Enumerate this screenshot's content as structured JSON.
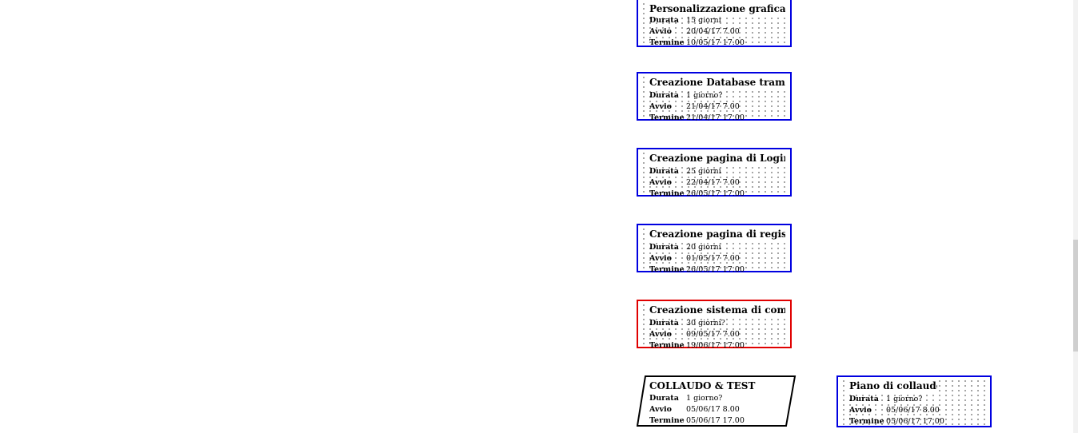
{
  "labels": {
    "duration": "Durata",
    "start": "Avvio",
    "end": "Termine"
  },
  "colors": {
    "task_border": "#0000e0",
    "critical_border": "#e00000",
    "summary_border": "#000000"
  },
  "tasks": [
    {
      "title": "Personalizzazione grafica tra...",
      "duration": "15 giorni",
      "start": "20/04/17 7.00",
      "end": "10/05/17 17.00",
      "status": "normal"
    },
    {
      "title": "Creazione Database tramite ...",
      "duration": "1 giorno?",
      "start": "21/04/17 7.00",
      "end": "21/04/17 17.00",
      "status": "normal"
    },
    {
      "title": "Creazione pagina di Login",
      "duration": "25 giorni",
      "start": "22/04/17 7.00",
      "end": "26/05/17 17.00",
      "status": "normal"
    },
    {
      "title": "Creazione pagina di registraz...",
      "duration": "20 giorni",
      "start": "01/05/17 7.00",
      "end": "26/05/17 17.00",
      "status": "normal"
    },
    {
      "title": "Creazione sistema di commenti",
      "duration": "30 giorni?",
      "start": "09/05/17 7.00",
      "end": "19/06/17 17.00",
      "status": "critical"
    }
  ],
  "summary": {
    "title": "COLLAUDO & TEST",
    "duration": "1 giorno?",
    "start": "05/06/17 8.00",
    "end": "05/06/17 17.00"
  },
  "subtask": {
    "title": "Piano di collaudo",
    "duration": "1 giorno?",
    "start": "05/06/17 8.00",
    "end": "05/06/17 17.00",
    "status": "normal"
  }
}
